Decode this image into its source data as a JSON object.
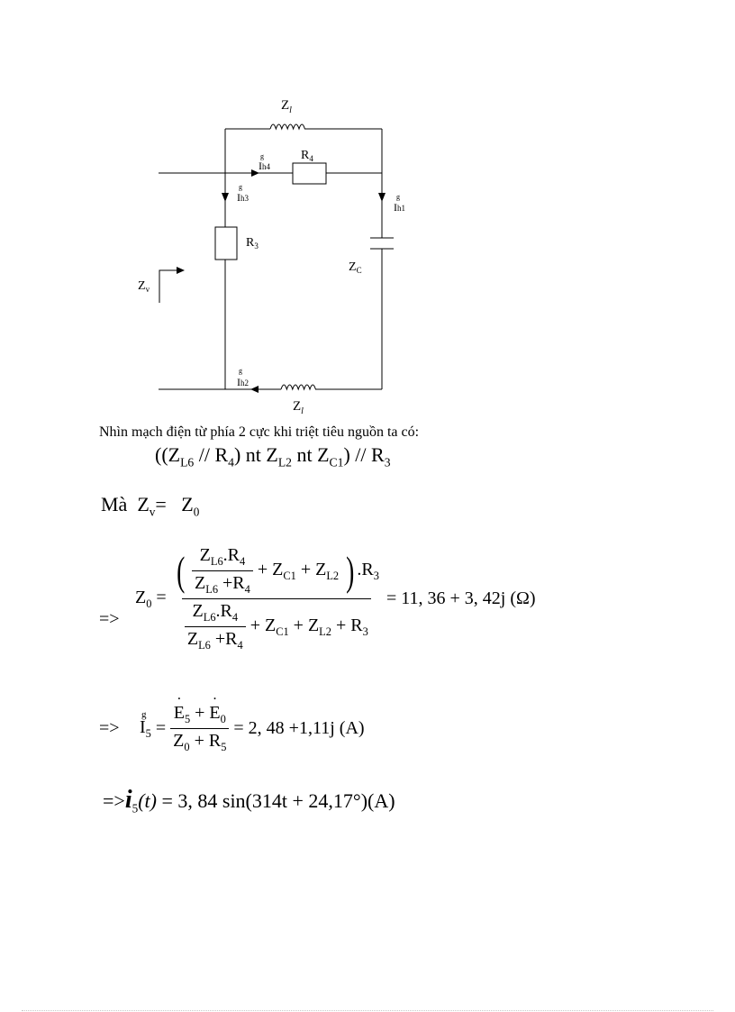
{
  "circuit": {
    "labels": {
      "top_inductor": "Z",
      "top_inductor_sub": "l",
      "r4": "R",
      "r4_sub": "4",
      "r3": "R",
      "r3_sub": "3",
      "zc": "Z",
      "zc_sub": "C",
      "zv": "Z",
      "zv_sub": "v",
      "bottom_inductor": "Z",
      "bottom_inductor_sub": "l",
      "i_h4": "I",
      "i_h4_sub": "h4",
      "i_h3": "I",
      "i_h3_sub": "h3",
      "i_h1": "I",
      "i_h1_sub": "h1",
      "i_h2": "I",
      "i_h2_sub": "h2",
      "phasor_mark": "g"
    }
  },
  "text": {
    "intro": "Nhìn mạch điện từ phía 2 cực khi triệt tiêu nguồn ta có:",
    "eq1": {
      "open": "((Z",
      "s1": "L6",
      "p2": " // R",
      "s2": "4",
      "p3": ") nt Z",
      "s3": "L2",
      "p4": " nt Z",
      "s4": "C1",
      "p5": ") // R",
      "s5": "3"
    },
    "ma": {
      "word": "Mà",
      "z": "Z",
      "zsub": "v",
      "eq": "=",
      "z0": "Z",
      "z0sub": "0"
    }
  },
  "equations": {
    "implies": "=>",
    "z0": {
      "lhs": "Z",
      "lhs_sub": "0",
      "result": "= 11, 36 + 3, 42j (Ω)"
    },
    "i5": {
      "lhs": "I",
      "lhs_sub": "5",
      "num": "Ė5 + Ė0",
      "den_a": "Z",
      "den_a_sub": "0",
      "den_b": " + R",
      "den_b_sub": "5",
      "result": "= 2, 48 +1,11j (A)"
    },
    "i5t": {
      "lhs": "i",
      "lhs_sub": "5",
      "arg": "(t)",
      "result": "= 3, 84 sin(314t + 24,17°)(A)"
    }
  }
}
